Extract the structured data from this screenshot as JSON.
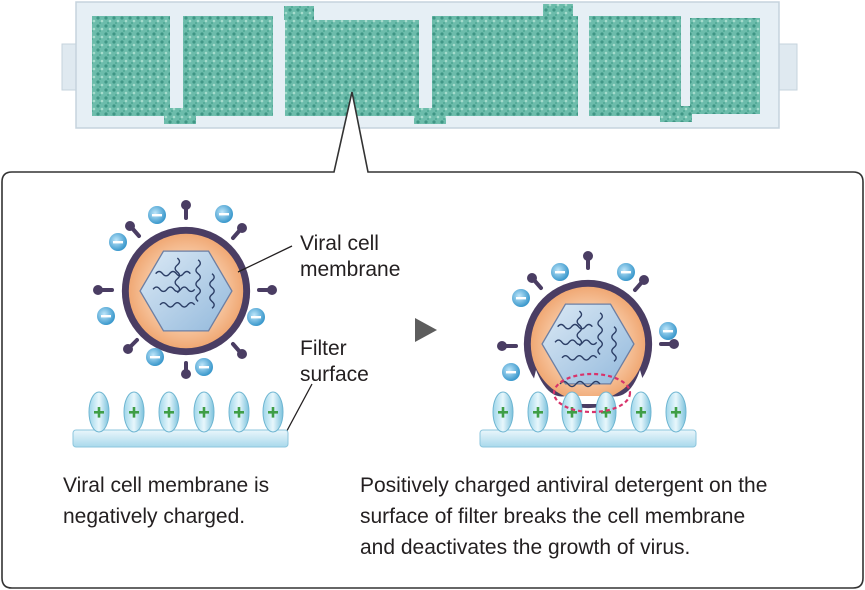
{
  "labels": {
    "viral_membrane_line1": "Viral cell",
    "viral_membrane_line2": "membrane",
    "filter_surface_line1": "Filter",
    "filter_surface_line2": "surface"
  },
  "captions": {
    "left_line1": "Viral cell membrane is",
    "left_line2": "negatively charged.",
    "right_line1": "Positively charged antiviral detergent on the",
    "right_line2": "surface of filter breaks the cell membrane",
    "right_line3": "and deactivates the growth of virus."
  },
  "symbols": {
    "negative": "−",
    "positive": "+"
  },
  "colors": {
    "callout_border": "#333333",
    "filter_mesh": "#5fb3a3",
    "filter_frame": "#e4eef4",
    "virus_envelope": "#f6b98a",
    "virus_outer_ring": "#4a3d63",
    "capsid": "#b9d4ea",
    "negative_charge": "#4aa3d3",
    "positive_charge": "#3f9e46",
    "damage_marker": "#d8336b"
  }
}
